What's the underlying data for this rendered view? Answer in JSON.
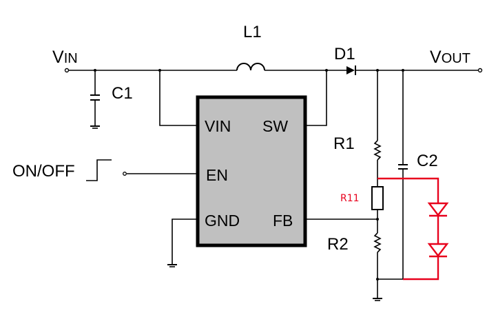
{
  "labels": {
    "vin_prefix": "V",
    "vin_suffix": "IN",
    "vout_prefix": "V",
    "vout_suffix": "OUT",
    "inductor": "L1",
    "diode": "D1",
    "cap_in": "C1",
    "cap_out": "C2",
    "res_top": "R1",
    "res_bottom": "R2",
    "res_added": "R11",
    "onoff": "ON/OFF"
  },
  "ic": {
    "pins": {
      "vin": "VIN",
      "sw": "SW",
      "en": "EN",
      "gnd": "GND",
      "fb": "FB"
    }
  },
  "colors": {
    "ic_fill": "#c0c0c0",
    "added_parts": "#e8001c",
    "wire": "#000000"
  }
}
